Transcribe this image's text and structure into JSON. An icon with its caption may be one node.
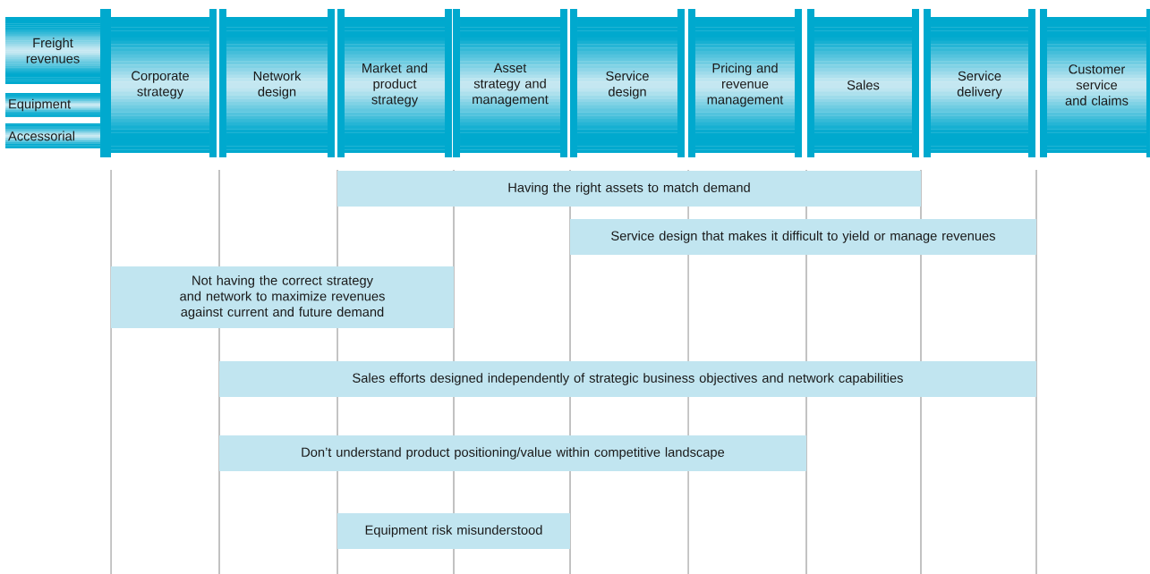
{
  "diagram": {
    "nodes": [
      {
        "text": [
          "Freight revenues"
        ]
      },
      {
        "text": [
          "Equipment"
        ]
      },
      {
        "text": [
          "Accessorial"
        ]
      },
      {
        "text": [
          "Corporate strategy"
        ]
      },
      {
        "text": [
          "Network design"
        ]
      },
      {
        "text": [
          "Market and product strategy"
        ]
      },
      {
        "text": [
          "Asset strategy and management"
        ]
      },
      {
        "text": [
          "Service design"
        ]
      },
      {
        "text": [
          "Pricing and revenue management"
        ]
      },
      {
        "text": [
          "Sales"
        ]
      },
      {
        "text": [
          "Service delivery"
        ]
      },
      {
        "text": [
          "Customer service and claims"
        ]
      },
      {
        "text": [
          "Having the right assets to match demand"
        ]
      },
      {
        "text": [
          "Service design that makes it difficult to yield or manage revenues"
        ]
      },
      {
        "text": [
          "Not having the correct strategy and network to maximize revenues against current and future demand"
        ]
      },
      {
        "text": [
          "Sales efforts designed independently of strategic business objectives and network capabilities"
        ]
      },
      {
        "text": [
          "Don’t understand product positioning/value within competitive landscape"
        ]
      },
      {
        "text": [
          "Equipment risk misunderstood"
        ]
      }
    ]
  }
}
